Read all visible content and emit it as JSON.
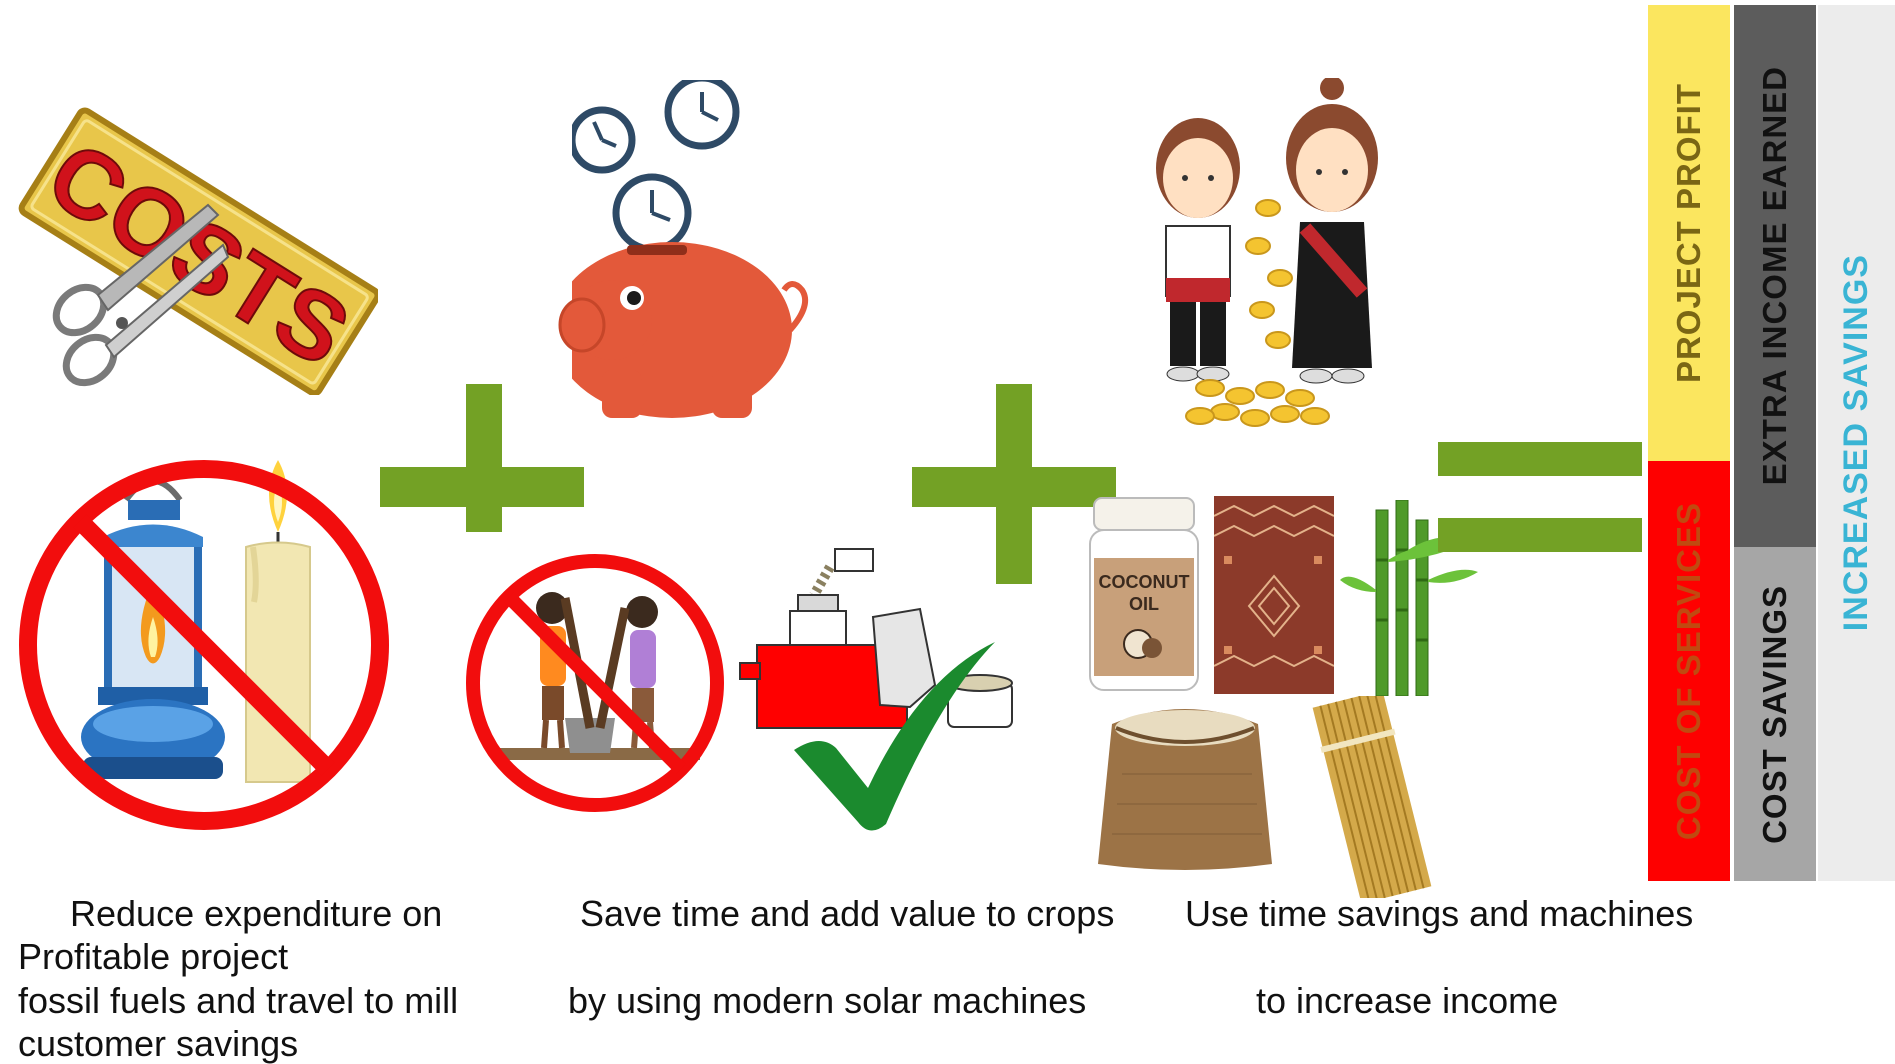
{
  "colors": {
    "plus_green": "#73a125",
    "no_sign_red": "#f20d0d",
    "check_green": "#1b8a2e",
    "profit_yellow": "#fbe65f",
    "services_red": "#fe0000",
    "services_text": "#c04a10",
    "income_gray": "#5c5c5c",
    "savings_gray": "#a6a6a6",
    "increased_bg": "#ececec",
    "increased_text": "#39b4d4",
    "piggy_orange": "#e3593a"
  },
  "illustrations": {
    "costs_sign": {
      "icon": "scissors-cutting-costs-icon",
      "text": "COSTS"
    },
    "no_lamp": {
      "icon": "no-kerosene-lamp-candle-icon"
    },
    "piggy_bank": {
      "icon": "piggy-bank-clocks-icon"
    },
    "no_pounding": {
      "icon": "no-manual-pounding-icon"
    },
    "solar_machine": {
      "icon": "solar-mill-machine-icon"
    },
    "checkmark": {
      "icon": "checkmark-icon"
    },
    "couple": {
      "icon": "couple-with-coins-icon"
    },
    "coconut_jar": {
      "icon": "coconut-oil-jar-icon",
      "text": [
        "COCONUT",
        "OIL"
      ]
    },
    "textile": {
      "icon": "woven-textile-icon"
    },
    "bamboo_plant": {
      "icon": "bamboo-icon"
    },
    "rice_sack": {
      "icon": "rice-sack-icon"
    },
    "bamboo_bundle": {
      "icon": "bamboo-sticks-icon"
    }
  },
  "captions": {
    "col1_line1": "Reduce expenditure on",
    "col1_line2": "Profitable project",
    "col1_line3": "fossil fuels and travel to mill",
    "col1_line4": "customer savings",
    "col2_line1": "Save time and add value to crops",
    "col2_line2": "by using modern solar machines",
    "col3_line1": "Use time savings and machines",
    "col3_line2": "to increase income"
  },
  "stack": {
    "project_profit": "PROJECT PROFIT",
    "cost_of_services": "COST OF SERVICES",
    "extra_income": "EXTRA INCOME EARNED",
    "cost_savings": "COST SAVINGS",
    "increased_savings": "INCREASED SAVINGS"
  }
}
